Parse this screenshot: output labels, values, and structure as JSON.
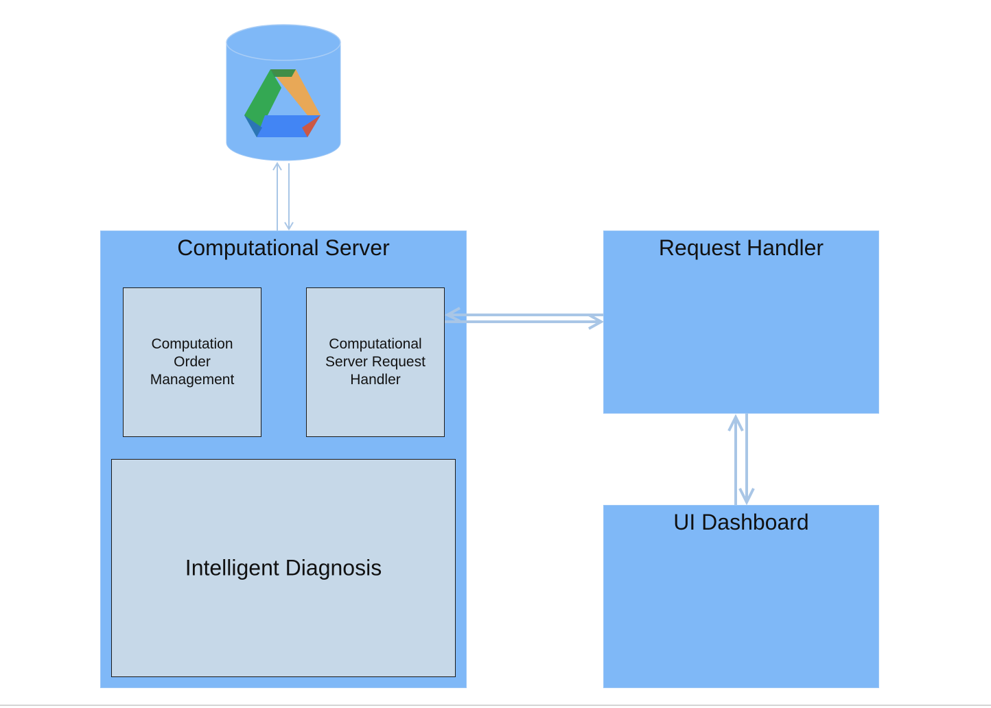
{
  "diagram": {
    "database": {
      "icon": "google-drive-icon"
    },
    "computational_server": {
      "title": "Computational Server",
      "components": {
        "order_management": {
          "lines": [
            "Computation",
            "Order",
            "Management"
          ]
        },
        "request_handler": {
          "lines": [
            "Computational",
            "Server Request",
            "Handler"
          ]
        },
        "intelligent_diagnosis": {
          "label": "Intelligent Diagnosis"
        }
      }
    },
    "request_handler": {
      "title": "Request Handler"
    },
    "ui_dashboard": {
      "title": "UI Dashboard"
    },
    "colors": {
      "container_fill": "#7fb8f7",
      "component_fill": "#c6d8e8",
      "connector": "#a9c6e6",
      "drive_green": "#34a853",
      "drive_yellow": "#e8a857",
      "drive_blue": "#4285f4",
      "drive_red": "#e06040"
    }
  }
}
